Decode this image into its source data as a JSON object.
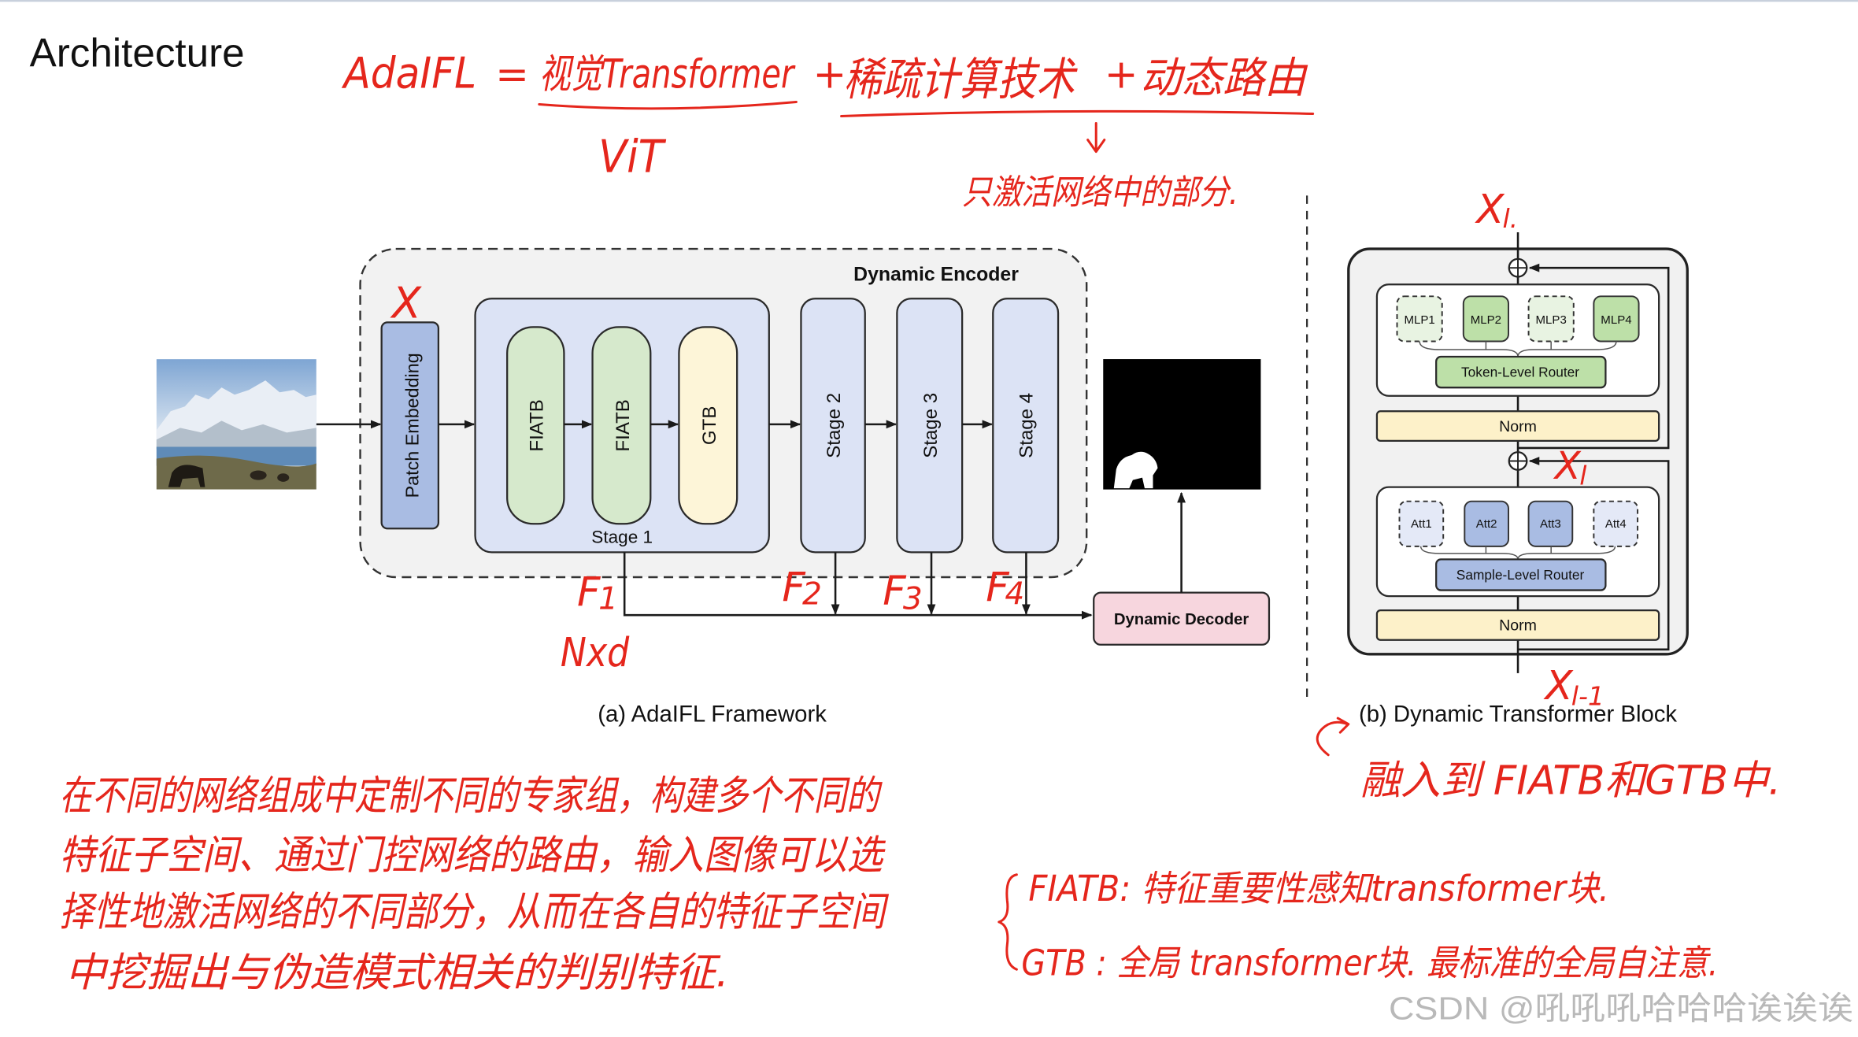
{
  "title": "Architecture",
  "colors": {
    "annotation": "#e5261c"
  },
  "formula": {
    "lhs": "AdaIFL",
    "eq": "=",
    "term1": "视觉Transformer",
    "plus1": "+",
    "term2": "稀疏计算技术",
    "plus2": "+",
    "term3": "动态路由",
    "term1_abbr": "ViT",
    "term2_note": "只激活网络中的部分."
  },
  "framework": {
    "encoder_label": "Dynamic Encoder",
    "patch_embedding_label": "Patch Embedding",
    "stage1_blocks": [
      "FIATB",
      "FIATB",
      "GTB"
    ],
    "stage1_label": "Stage 1",
    "stage_labels": [
      "Stage 2",
      "Stage 3",
      "Stage 4"
    ],
    "decoder_label": "Dynamic Decoder",
    "caption": "(a) AdaIFL Framework"
  },
  "framework_marks": {
    "input": "X",
    "features": [
      {
        "base": "F",
        "sub": "1"
      },
      {
        "base": "F",
        "sub": "2"
      },
      {
        "base": "F",
        "sub": "3"
      },
      {
        "base": "F",
        "sub": "4"
      }
    ],
    "token_shape": "Nxd"
  },
  "block": {
    "mlp_experts": [
      {
        "label": "MLP1",
        "active": false
      },
      {
        "label": "MLP2",
        "active": true
      },
      {
        "label": "MLP3",
        "active": false
      },
      {
        "label": "MLP4",
        "active": true
      }
    ],
    "token_router": "Token-Level Router",
    "norm_top": "Norm",
    "att_experts": [
      {
        "label": "Att1",
        "active": false
      },
      {
        "label": "Att2",
        "active": true
      },
      {
        "label": "Att3",
        "active": true
      },
      {
        "label": "Att4",
        "active": false
      }
    ],
    "sample_router": "Sample-Level Router",
    "norm_bottom": "Norm",
    "caption": "(b) Dynamic Transformer Block"
  },
  "block_marks": {
    "output": {
      "base": "X",
      "sub": "l."
    },
    "middle": {
      "base": "X",
      "sub": "l"
    },
    "input": {
      "base": "X",
      "sub": "l-1"
    }
  },
  "notes": {
    "merge_note": "融入到 FIATB和GTB中.",
    "description": [
      "在不同的网络组成中定制不同的专家组，构建多个不同的",
      "特征子空间、通过门控网络的路由，输入图像可以选",
      "择性地激活网络的不同部分，从而在各自的特征子空间",
      "中挖掘出与伪造模式相关的判别特征."
    ],
    "definitions": [
      "FIATB: 特征重要性感知transformer块.",
      "GTB : 全局 transformer块. 最标准的全局自注意."
    ]
  },
  "watermark": "CSDN @吼吼吼哈哈哈诶诶诶"
}
